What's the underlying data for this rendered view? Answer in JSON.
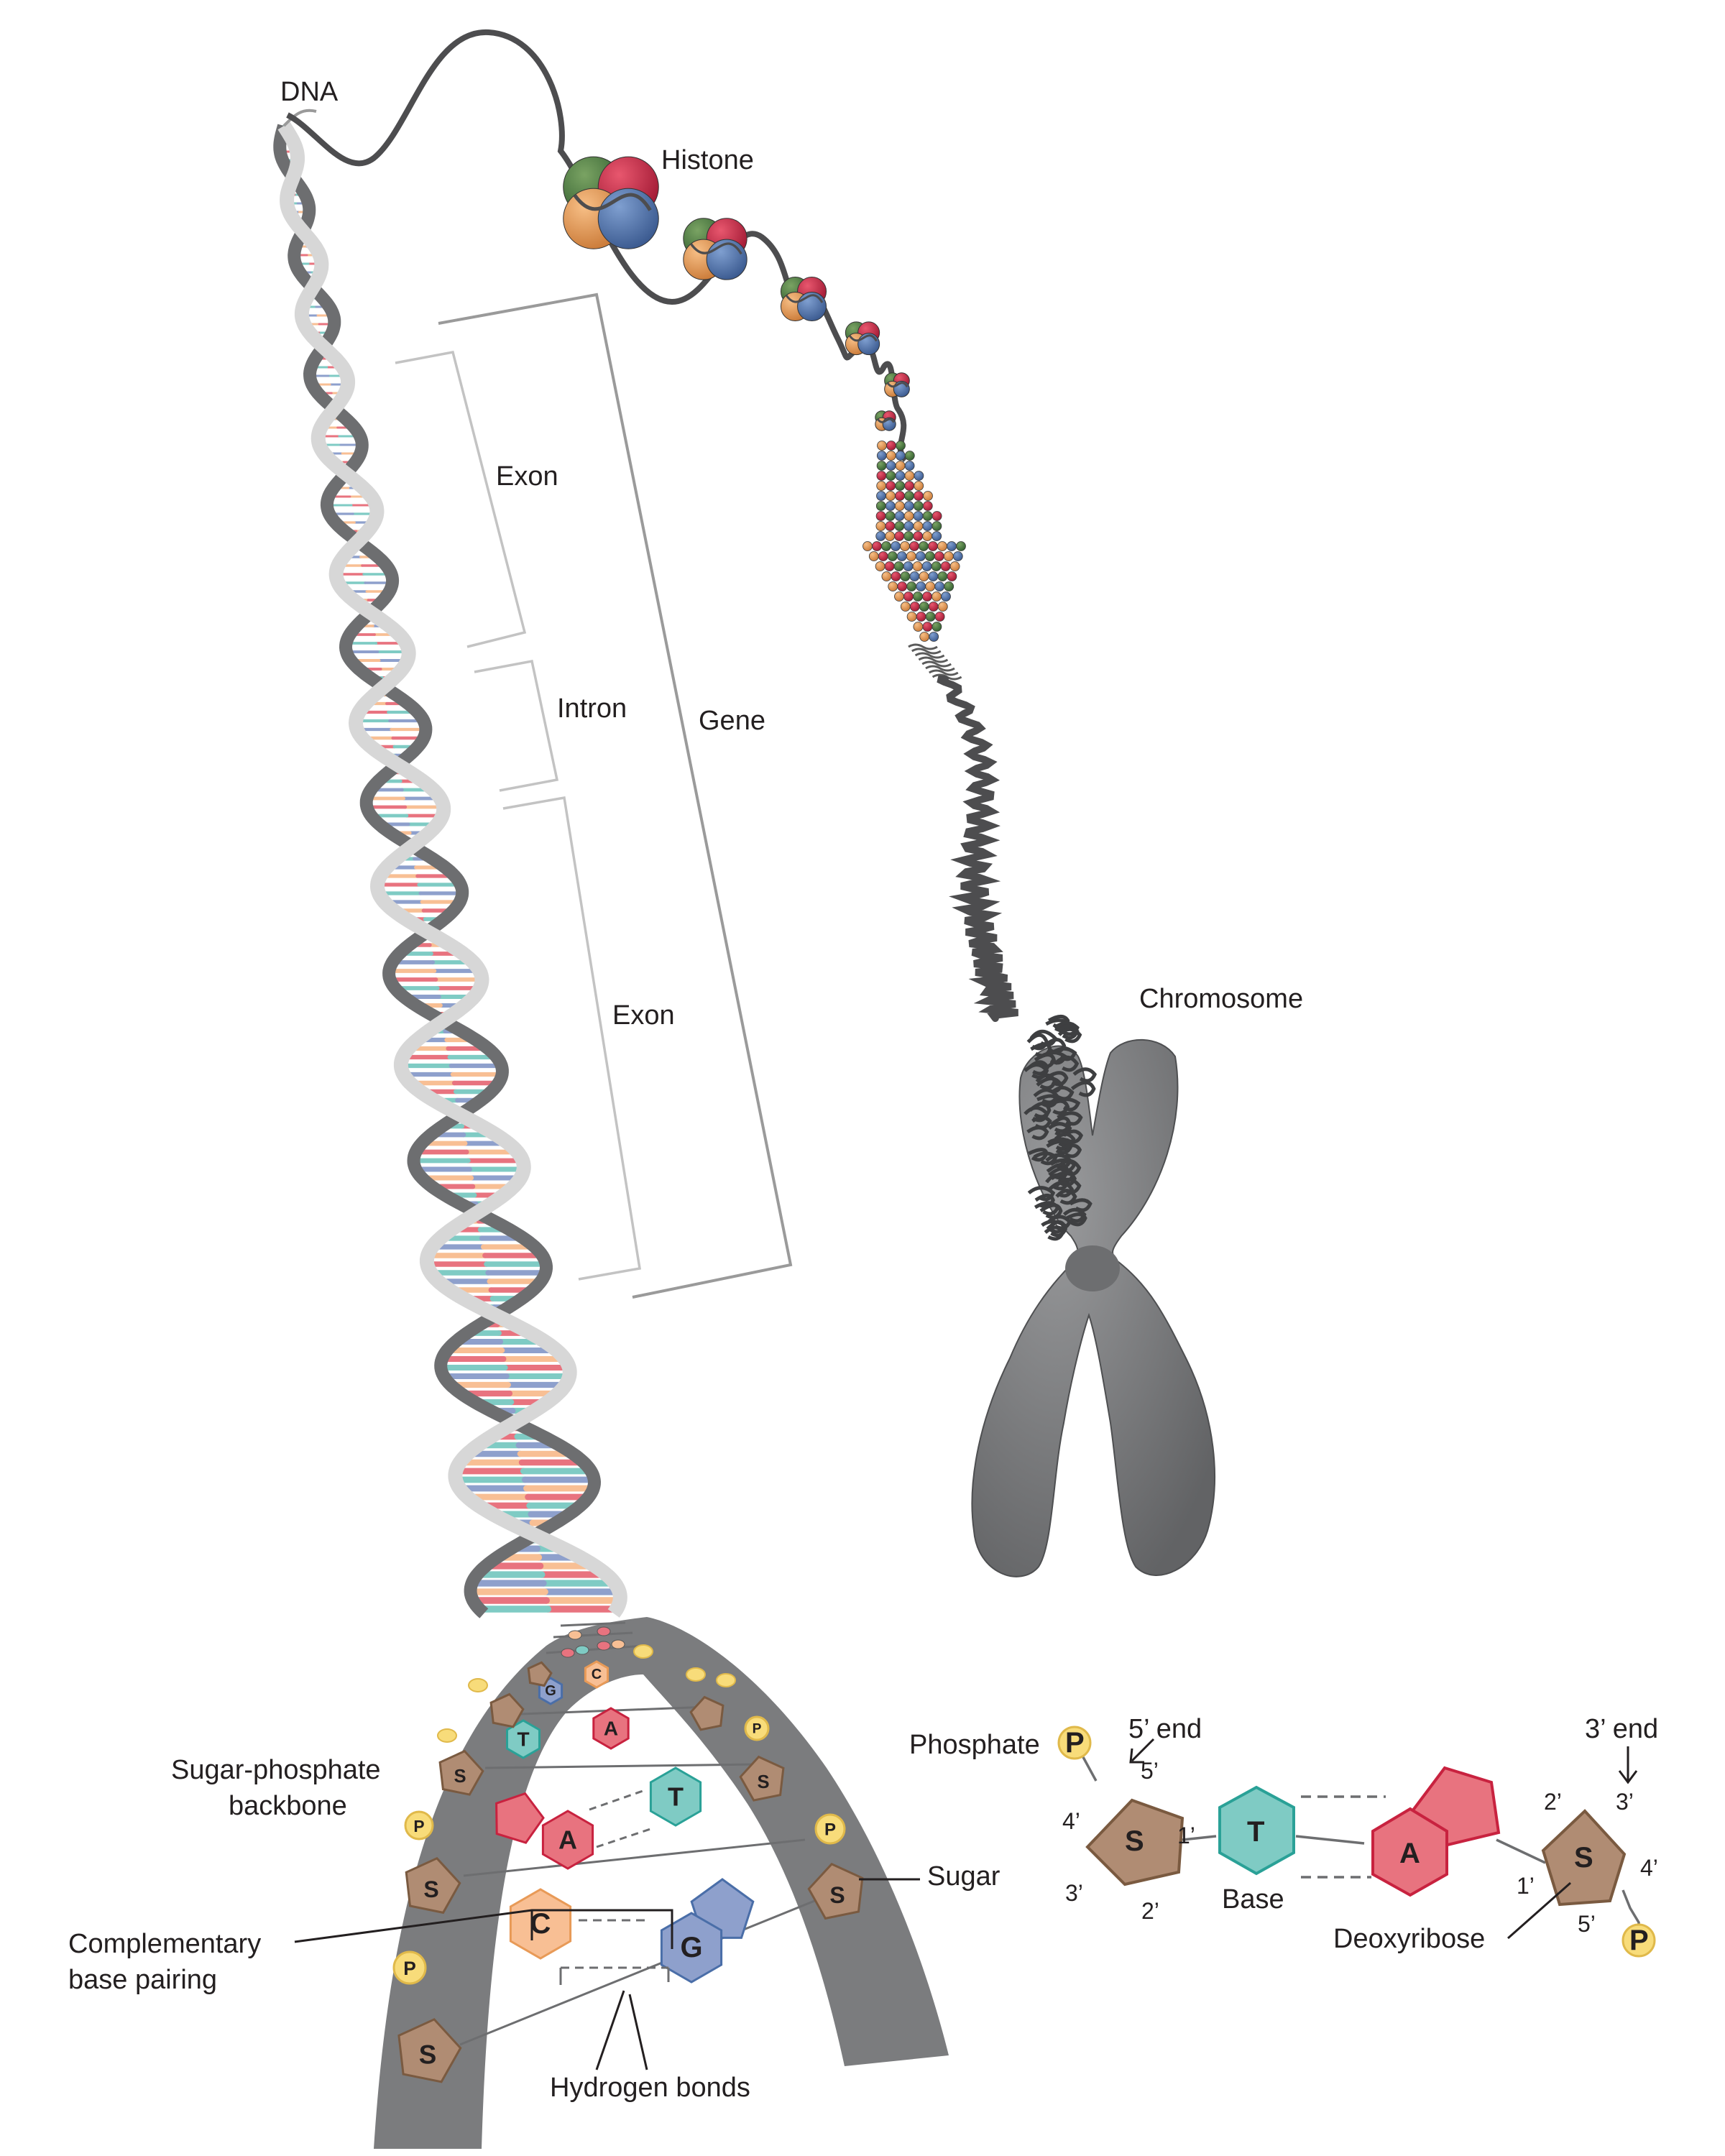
{
  "labels": {
    "dna": "DNA",
    "histone": "Histone",
    "exon_top": "Exon",
    "intron": "Intron",
    "gene": "Gene",
    "exon_bottom": "Exon",
    "chromosome": "Chromosome",
    "sugar_phosphate_1": "Sugar-phosphate",
    "sugar_phosphate_2": "backbone",
    "complementary_1": "Complementary",
    "complementary_2": "base pairing",
    "hydrogen_bonds": "Hydrogen bonds",
    "sugar": "Sugar",
    "phosphate": "Phosphate",
    "five_prime_end": "5’ end",
    "three_prime_end": "3’ end",
    "base": "Base",
    "deoxyribose": "Deoxyribose"
  },
  "nucleotide_letters": {
    "sugar": "S",
    "phosphate": "P",
    "thymine": "T",
    "adenine": "A",
    "guanine": "G",
    "cytosine": "C"
  },
  "positions": {
    "p1": "1’",
    "p2": "2’",
    "p3": "3’",
    "p4": "4’",
    "p5": "5’"
  },
  "colors": {
    "adenine": "#e8737f",
    "thymine": "#7fcbc4",
    "guanine": "#8ea0cc",
    "cytosine": "#f8bf94",
    "sugar": "#b08c73",
    "phosphate": "#f8dc7a",
    "backbone": "#7b7c7e",
    "chromosome": "#7b7c7e",
    "helix_strand": "#d7d7d7"
  },
  "histone_colors": [
    "#3d6e3a",
    "#c8223f",
    "#e89a57",
    "#4a6ea8"
  ]
}
